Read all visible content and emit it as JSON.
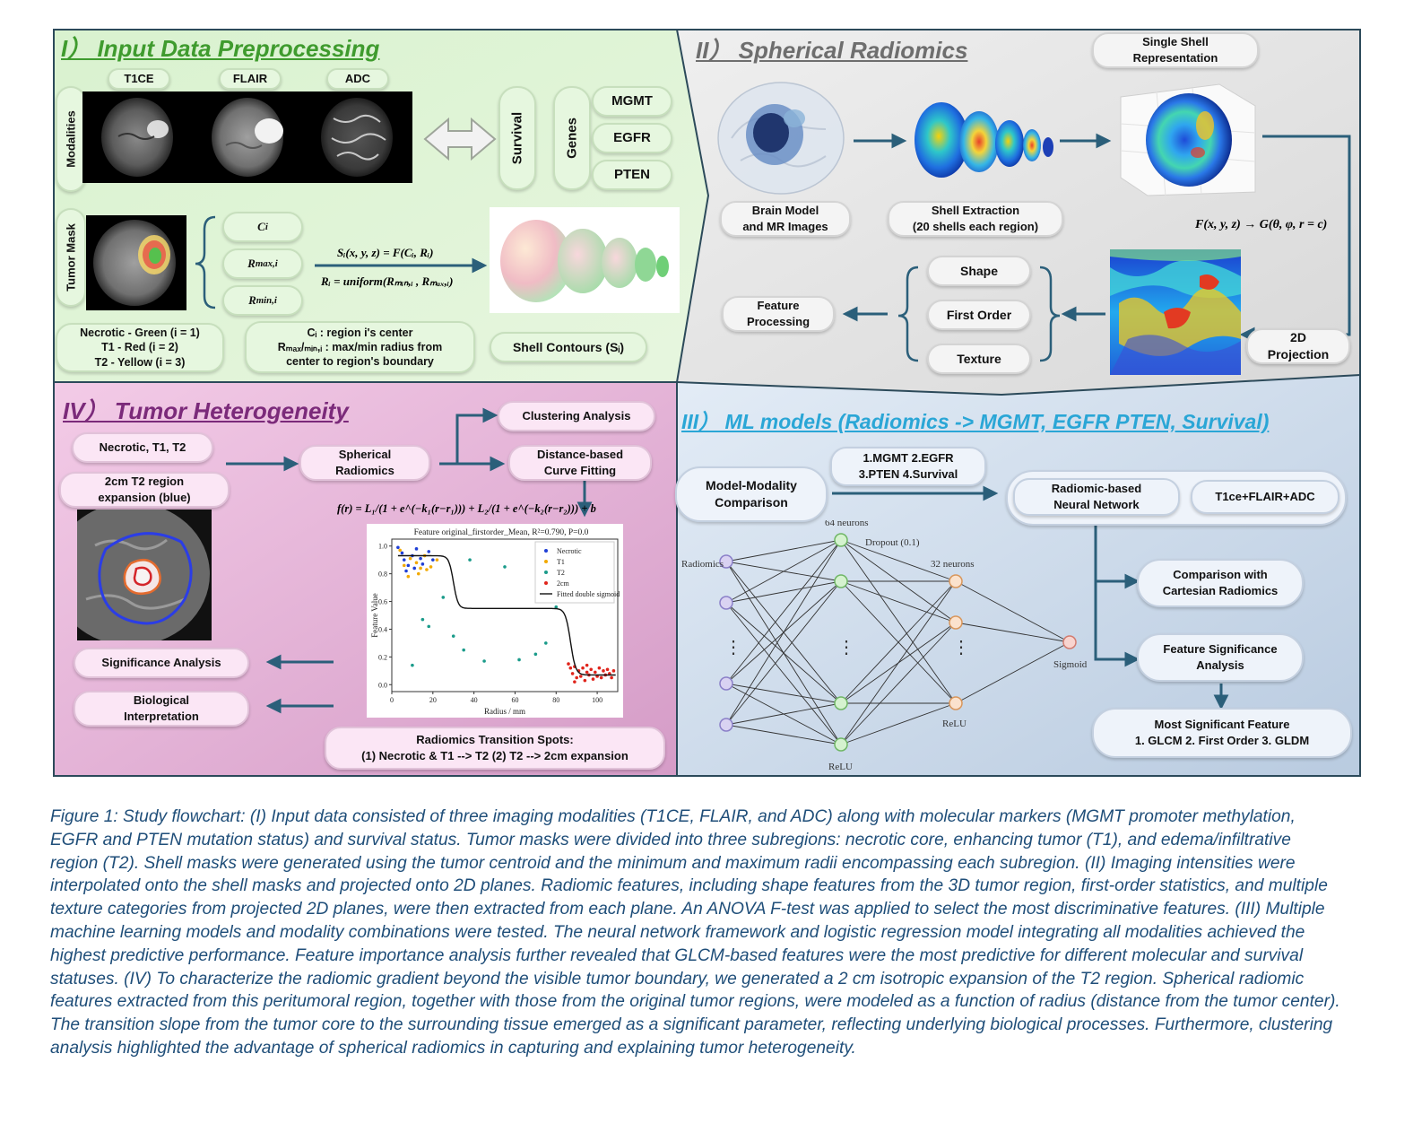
{
  "panel1": {
    "title": "I） Input Data Preprocessing",
    "modality_tabs": [
      "T1CE",
      "FLAIR",
      "ADC"
    ],
    "modalities_label": "Modalities",
    "survival_label": "Survival",
    "genes_label": "Genes",
    "genes": [
      "MGMT",
      "EGFR",
      "PTEN"
    ],
    "tumor_mask_label": "Tumor Mask",
    "params": [
      "C",
      "R",
      "R"
    ],
    "param_subscripts": [
      "i",
      "max,i",
      "min,i"
    ],
    "eq1": "Sᵢ(x, y, z) = F(Cᵢ, Rᵢ)",
    "eq2": "Rᵢ = uniform(Rₘᵢₙ,ᵢ , Rₘₐₓ,ᵢ)",
    "legend_lines": "Necrotic - Green (i = 1)\nT1 - Red (i = 2)\nT2 - Yellow (i = 3)",
    "center_note": "Cᵢ : region i's center\nRₘₐₓ/ₘᵢₙ,ᵢ : max/min radius from\ncenter to region's boundary",
    "shell_contours": "Shell Contours (Sᵢ)"
  },
  "panel2": {
    "title": "II） Spherical Radiomics",
    "single_shell": "Single Shell\nRepresentation",
    "brain_model": "Brain Model\nand MR Images",
    "shell_extraction": "Shell Extraction\n(20 shells each region)",
    "mapping_eq": "F(x, y, z) → G(θ, φ, r = c)",
    "features": [
      "Shape",
      "First Order",
      "Texture"
    ],
    "feature_processing": "Feature\nProcessing",
    "projection": "2D\nProjection"
  },
  "panel3": {
    "title": "III） ML models (Radiomics -> MGMT, EGFR PTEN, Survival)",
    "targets": "1.MGMT    2.EGFR\n3.PTEN    4.Survival",
    "model_modality": "Model-Modality\nComparison",
    "radiomic_nn": "Radiomic-based\nNeural Network",
    "inputs": "T1ce+FLAIR+ADC",
    "comparison": "Comparison with\nCartesian Radiomics",
    "feature_significance": "Feature Significance\nAnalysis",
    "most_significant": "Most Significant Feature\n1. GLCM    2. First Order    3. GLDM",
    "nn_labels": {
      "radiomics": "Radiomics",
      "n64": "64 neurons",
      "dropout": "Dropout (0.1)",
      "n32": "32 neurons",
      "sigmoid": "Sigmoid",
      "relu1": "ReLU",
      "relu2": "ReLU",
      "dots": "⋮"
    }
  },
  "panel4": {
    "title": "IV） Tumor Heterogeneity",
    "regions": "Necrotic, T1, T2",
    "expansion": "2cm T2 region\nexpansion (blue)",
    "spherical": "Spherical\nRadiomics",
    "clustering": "Clustering Analysis",
    "distance_fit": "Distance-based\nCurve Fitting",
    "fit_eq": "f(r) = L₁/(1 + e^(−k₁(r−r₁))) + L₂/(1 + e^(−k₂(r−r₂))) + b",
    "significance": "Significance Analysis",
    "biological": "Biological\nInterpretation",
    "transition": "Radiomics Transition Spots:\n(1) Necrotic & T1 --> T2  (2) T2 --> 2cm expansion"
  },
  "chart_data": {
    "type": "scatter",
    "title": "Feature original_firstorder_Mean, R²=0.790, P=0.0",
    "xlabel": "Radius / mm",
    "ylabel": "Feature Value",
    "xlim": [
      0,
      110
    ],
    "ylim": [
      -0.05,
      1.05
    ],
    "xticks": [
      0,
      20,
      40,
      60,
      80,
      100
    ],
    "yticks": [
      0.0,
      0.2,
      0.4,
      0.6,
      0.8,
      1.0
    ],
    "legend_position": "top-right",
    "series": [
      {
        "name": "Necrotic",
        "color": "#1f3fd6",
        "points": [
          [
            3,
            0.99
          ],
          [
            5,
            0.95
          ],
          [
            6,
            0.9
          ],
          [
            8,
            0.86
          ],
          [
            10,
            0.93
          ],
          [
            12,
            0.98
          ],
          [
            14,
            0.91
          ],
          [
            15,
            0.87
          ],
          [
            18,
            0.96
          ],
          [
            20,
            0.9
          ],
          [
            7,
            0.82
          ],
          [
            11,
            0.84
          ]
        ]
      },
      {
        "name": "T1",
        "color": "#f2a900",
        "points": [
          [
            4,
            0.97
          ],
          [
            6,
            0.86
          ],
          [
            9,
            0.91
          ],
          [
            12,
            0.88
          ],
          [
            14,
            0.84
          ],
          [
            16,
            0.93
          ],
          [
            19,
            0.85
          ],
          [
            22,
            0.9
          ],
          [
            8,
            0.78
          ],
          [
            13,
            0.8
          ],
          [
            17,
            0.83
          ]
        ]
      },
      {
        "name": "T2",
        "color": "#1a9b8a",
        "points": [
          [
            10,
            0.14
          ],
          [
            15,
            0.47
          ],
          [
            18,
            0.42
          ],
          [
            30,
            0.35
          ],
          [
            35,
            0.25
          ],
          [
            38,
            0.9
          ],
          [
            45,
            0.17
          ],
          [
            55,
            0.85
          ],
          [
            62,
            0.18
          ],
          [
            70,
            0.22
          ],
          [
            75,
            0.3
          ],
          [
            80,
            0.56
          ],
          [
            25,
            0.63
          ]
        ]
      },
      {
        "name": "2cm",
        "color": "#e0241b",
        "points": [
          [
            86,
            0.15
          ],
          [
            87,
            0.12
          ],
          [
            88,
            0.08
          ],
          [
            89,
            0.13
          ],
          [
            90,
            0.05
          ],
          [
            91,
            0.1
          ],
          [
            92,
            0.06
          ],
          [
            93,
            0.12
          ],
          [
            94,
            0.03
          ],
          [
            95,
            0.09
          ],
          [
            96,
            0.07
          ],
          [
            97,
            0.11
          ],
          [
            98,
            0.04
          ],
          [
            99,
            0.09
          ],
          [
            100,
            0.06
          ],
          [
            101,
            0.12
          ],
          [
            102,
            0.05
          ],
          [
            103,
            0.1
          ],
          [
            104,
            0.07
          ],
          [
            105,
            0.11
          ],
          [
            106,
            0.08
          ],
          [
            107,
            0.05
          ],
          [
            108,
            0.1
          ],
          [
            89,
            0.02
          ],
          [
            95,
            0.14
          ]
        ]
      }
    ],
    "fit": {
      "name": "Fitted double sigmoid",
      "L1": 0.38,
      "k1": 0.9,
      "r1": 30,
      "L2": 0.48,
      "k2": 0.8,
      "r2": 87,
      "b": 0.07
    }
  },
  "caption": "Figure 1: Study flowchart: (I) Input data consisted of three imaging modalities (T1CE, FLAIR, and ADC) along with molecular markers (MGMT promoter methylation, EGFR and PTEN mutation status) and survival status. Tumor masks were divided into three subregions: necrotic core, enhancing tumor (T1), and edema/infiltrative region (T2). Shell masks were generated using the tumor centroid and the minimum and maximum radii encompassing each subregion. (II) Imaging intensities were interpolated onto the shell masks and projected onto 2D planes. Radiomic features, including shape features from the 3D tumor region, first-order statistics, and multiple texture categories from projected 2D planes, were then extracted from each plane. An ANOVA F-test was applied to select the most discriminative features. (III) Multiple machine learning models and modality combinations were tested. The neural network framework and logistic regression model integrating all modalities achieved the highest predictive performance. Feature importance analysis further revealed that GLCM-based features were the most predictive for different molecular and survival statuses. (IV) To characterize the radiomic gradient beyond the visible tumor boundary, we generated a 2 cm isotropic expansion of the T2 region. Spherical radiomic features extracted from this peritumoral region, together with those from the original tumor regions, were modeled as a function of radius (distance from the tumor center). The transition slope from the tumor core to the surrounding tissue emerged as a significant parameter, reflecting underlying biological processes. Furthermore, clustering analysis highlighted the advantage of spherical radiomics in capturing and explaining tumor heterogeneity.",
  "colors": {
    "panel1": "#d9f2cf",
    "panel2": "#e4e4e4",
    "panel3": "#c9d8ea",
    "panel4": "#e6b5d9",
    "title1": "#3f9b2e",
    "title2": "#707070",
    "title3": "#2aa6d6",
    "title4": "#7b2a7a",
    "arrow": "#2b5f7a",
    "caption": "#1f4e79"
  }
}
